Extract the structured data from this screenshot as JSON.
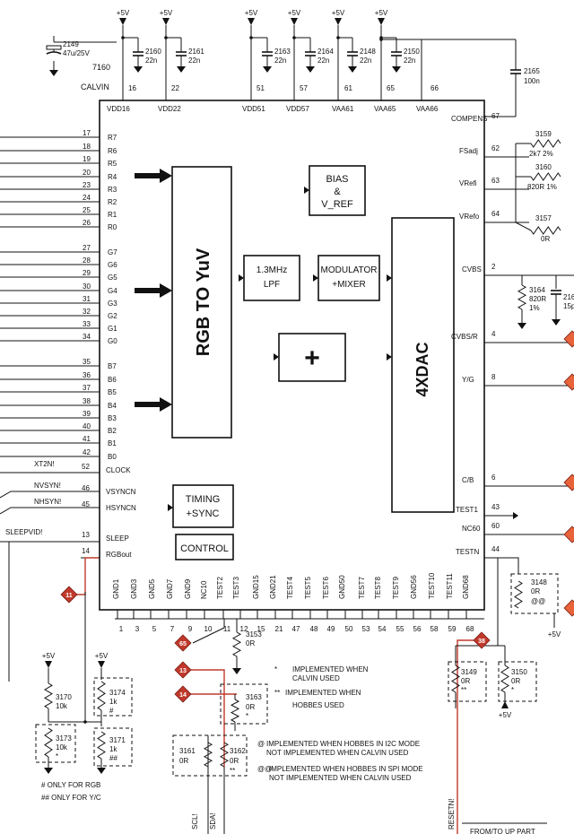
{
  "ic": {
    "ref": "7160",
    "name": "CALVIN"
  },
  "supply": "+5V",
  "top_caps": [
    {
      "ref": "2149",
      "val": "47u/25V"
    },
    {
      "ref": "2160",
      "val": "22n"
    },
    {
      "ref": "2161",
      "val": "22n"
    },
    {
      "ref": "2163",
      "val": "22n"
    },
    {
      "ref": "2164",
      "val": "22n"
    },
    {
      "ref": "2148",
      "val": "22n"
    },
    {
      "ref": "2150",
      "val": "22n"
    },
    {
      "ref": "2165",
      "val": "100n"
    }
  ],
  "vdd_pins": [
    {
      "name": "VDD16",
      "num": "16"
    },
    {
      "name": "VDD22",
      "num": "22"
    },
    {
      "name": "VDD51",
      "num": "51"
    },
    {
      "name": "VDD57",
      "num": "57"
    },
    {
      "name": "VAA61",
      "num": "61"
    },
    {
      "name": "VAA65",
      "num": "65"
    },
    {
      "name": "VAA66",
      "num": "66"
    }
  ],
  "left_pins": [
    {
      "n": "17",
      "name": "R7"
    },
    {
      "n": "18",
      "name": "R6"
    },
    {
      "n": "19",
      "name": "R5"
    },
    {
      "n": "20",
      "name": "R4"
    },
    {
      "n": "23",
      "name": "R3"
    },
    {
      "n": "24",
      "name": "R2"
    },
    {
      "n": "25",
      "name": "R1"
    },
    {
      "n": "26",
      "name": "R0"
    },
    {
      "n": "27",
      "name": "G7"
    },
    {
      "n": "28",
      "name": "G6"
    },
    {
      "n": "29",
      "name": "G5"
    },
    {
      "n": "30",
      "name": "G4"
    },
    {
      "n": "31",
      "name": "G3"
    },
    {
      "n": "32",
      "name": "G2"
    },
    {
      "n": "33",
      "name": "G1"
    },
    {
      "n": "34",
      "name": "G0"
    },
    {
      "n": "35",
      "name": "B7"
    },
    {
      "n": "36",
      "name": "B6"
    },
    {
      "n": "37",
      "name": "B5"
    },
    {
      "n": "38",
      "name": "B4"
    },
    {
      "n": "39",
      "name": "B3"
    },
    {
      "n": "40",
      "name": "B2"
    },
    {
      "n": "41",
      "name": "B1"
    },
    {
      "n": "42",
      "name": "B0"
    }
  ],
  "ctrl_pins": [
    {
      "n": "52",
      "name": "CLOCK",
      "net": "XT2N!"
    },
    {
      "n": "46",
      "name": "VSYNCN",
      "net": "NVSYN!"
    },
    {
      "n": "45",
      "name": "HSYNCN",
      "net": "NHSYN!"
    },
    {
      "n": "13",
      "name": "SLEEP",
      "net": "SLEEPVID!"
    },
    {
      "n": "14",
      "name": "RGBout",
      "net": ""
    }
  ],
  "right_pins": [
    {
      "n": "67",
      "name": "COMPENS"
    },
    {
      "n": "62",
      "name": "FSadj"
    },
    {
      "n": "63",
      "name": "VRefi"
    },
    {
      "n": "64",
      "name": "VRefo"
    },
    {
      "n": "2",
      "name": "CVBS"
    },
    {
      "n": "4",
      "name": "CVBS/R"
    },
    {
      "n": "8",
      "name": "Y/G"
    },
    {
      "n": "6",
      "name": "C/B"
    },
    {
      "n": "43",
      "name": "TEST1"
    },
    {
      "n": "60",
      "name": "NC60"
    },
    {
      "n": "44",
      "name": "TESTN"
    }
  ],
  "bottom_pins": [
    {
      "name": "GND1",
      "n": "1"
    },
    {
      "name": "GND3",
      "n": "3"
    },
    {
      "name": "GND5",
      "n": "5"
    },
    {
      "name": "GND7",
      "n": "7"
    },
    {
      "name": "GND9",
      "n": "9"
    },
    {
      "name": "NC10",
      "n": "10"
    },
    {
      "name": "TEST2",
      "n": "11"
    },
    {
      "name": "TEST3",
      "n": "12"
    },
    {
      "name": "GND15",
      "n": "15"
    },
    {
      "name": "GND21",
      "n": "21"
    },
    {
      "name": "TEST4",
      "n": "47"
    },
    {
      "name": "TEST5",
      "n": "48"
    },
    {
      "name": "TEST6",
      "n": "49"
    },
    {
      "name": "GND50",
      "n": "50"
    },
    {
      "name": "TEST7",
      "n": "53"
    },
    {
      "name": "TEST8",
      "n": "54"
    },
    {
      "name": "TEST9",
      "n": "55"
    },
    {
      "name": "GND56",
      "n": "56"
    },
    {
      "name": "TEST10",
      "n": "58"
    },
    {
      "name": "TEST11",
      "n": "59"
    },
    {
      "name": "GND68",
      "n": "68"
    }
  ],
  "blocks": {
    "rgb_to_yuv": "RGB TO YuV",
    "bias": [
      "BIAS",
      "&",
      "V_REF"
    ],
    "lpf": [
      "1.3MHz",
      "LPF"
    ],
    "modulator": [
      "MODULATOR",
      "+MIXER"
    ],
    "adder": "+",
    "dac": "4XDAC",
    "timing": [
      "TIMING",
      "+SYNC"
    ],
    "control": "CONTROL"
  },
  "resistors": [
    {
      "ref": "3159",
      "val": "2k7 2%"
    },
    {
      "ref": "3160",
      "val": "820R 1%"
    },
    {
      "ref": "3157",
      "val": "0R"
    },
    {
      "ref": "3164",
      "val": "820R",
      "val2": "1%"
    },
    {
      "ref": "3153",
      "val": "0R"
    },
    {
      "ref": "3163",
      "val": "0R",
      "mark": "*"
    },
    {
      "ref": "3161",
      "val": "0R",
      "mark": ""
    },
    {
      "ref": "3162",
      "val": "0R",
      "mark": "**"
    },
    {
      "ref": "3170",
      "val": "10k",
      "mark": ""
    },
    {
      "ref": "3173",
      "val": "10k",
      "mark": "*"
    },
    {
      "ref": "3174",
      "val": "1k",
      "mark": "#"
    },
    {
      "ref": "3171",
      "val": "1k",
      "mark": "##"
    },
    {
      "ref": "3148",
      "val": "0R",
      "mark": "@@"
    },
    {
      "ref": "3149",
      "val": "0R",
      "mark": "**"
    },
    {
      "ref": "3150",
      "val": "0R",
      "mark": "*"
    }
  ],
  "partial_cap": {
    "ref": "216",
    "val": "15p"
  },
  "flags": [
    "11",
    "65",
    "13",
    "14",
    "38"
  ],
  "notes": [
    {
      "sym": "*",
      "text": "IMPLEMENTED WHEN",
      "text2": "CALVIN USED"
    },
    {
      "sym": "**",
      "text": "IMPLEMENTED WHEN",
      "text2": "HOBBES USED"
    },
    {
      "sym": "@",
      "text": "IMPLEMENTED WHEN HOBBES IN I2C MODE",
      "text2": "NOT IMPLEMENTED WHEN CALVIN USED"
    },
    {
      "sym": "@@",
      "text": "IMPLEMENTED WHEN HOBBES IN SPI MODE",
      "text2": "NOT IMPLEMENTED WHEN CALVIN USED"
    }
  ],
  "bottom_notes": [
    "# ONLY FOR RGB",
    "## ONLY FOR Y/C"
  ],
  "nets": {
    "scl": "SCL!",
    "sda": "SDA!",
    "reset": "RESETN!",
    "fromto": "FROM/TO UP PART"
  }
}
